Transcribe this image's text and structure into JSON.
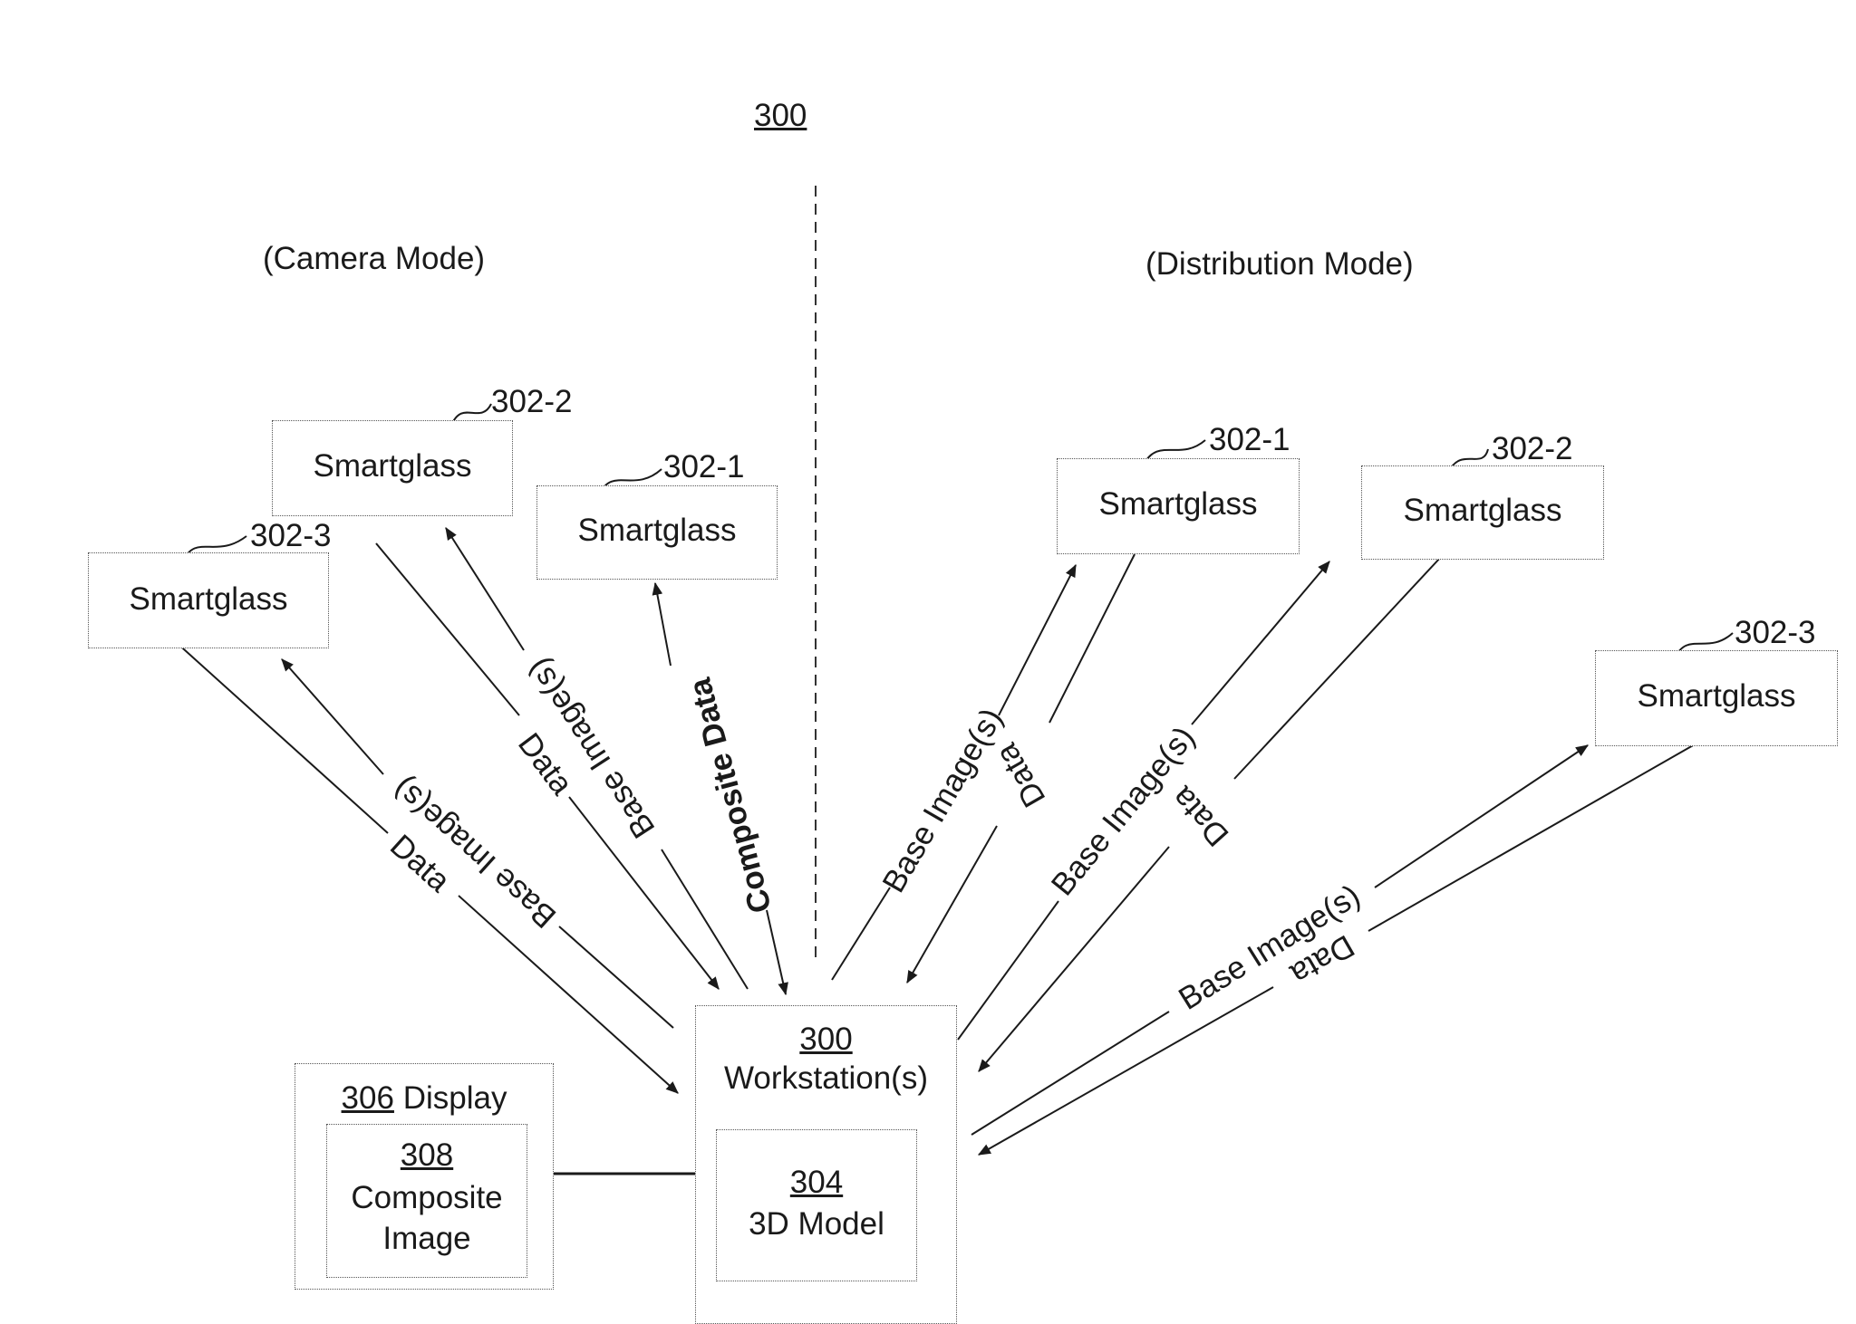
{
  "figure": {
    "number": "300",
    "left_section": "(Camera Mode)",
    "right_section": "(Distribution Mode)"
  },
  "camera_mode": {
    "devices": [
      {
        "ref": "302-1",
        "label": "Smartglass"
      },
      {
        "ref": "302-2",
        "label": "Smartglass"
      },
      {
        "ref": "302-3",
        "label": "Smartglass"
      }
    ],
    "links": {
      "base_images": "Base Image(s)",
      "data": "Data",
      "composite": "Composite Data"
    }
  },
  "distribution_mode": {
    "devices": [
      {
        "ref": "302-1",
        "label": "Smartglass"
      },
      {
        "ref": "302-2",
        "label": "Smartglass"
      },
      {
        "ref": "302-3",
        "label": "Smartglass"
      }
    ],
    "links": {
      "base_images": "Base Image(s)",
      "data": "Data"
    }
  },
  "workstation": {
    "ref": "300",
    "label": "Workstation(s)"
  },
  "model": {
    "ref": "304",
    "label": "3D Model"
  },
  "display": {
    "ref": "306",
    "label": "Display"
  },
  "composite_image": {
    "ref": "308",
    "line1": "Composite",
    "line2": "Image"
  }
}
